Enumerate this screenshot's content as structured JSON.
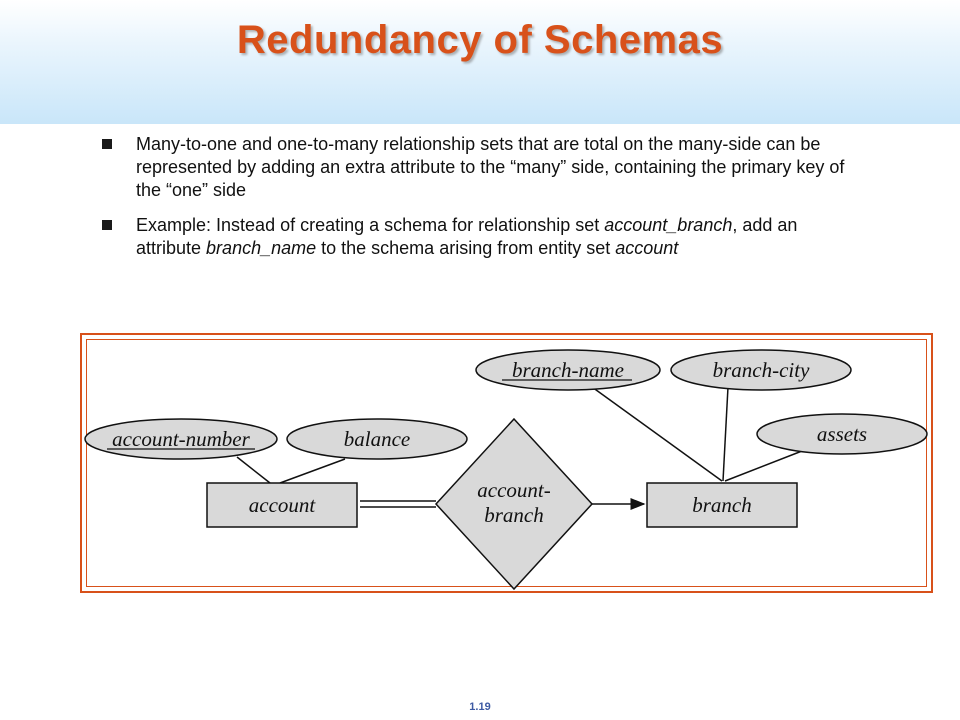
{
  "slide": {
    "title": "Redundancy of Schemas",
    "page_number": "1.19"
  },
  "bullets": [
    {
      "parts": [
        {
          "text": "Many-to-one and one-to-many relationship sets that are total on the many-side can be represented by adding an extra attribute to the “many” side, containing the primary key of the “one” side",
          "italic": false
        }
      ]
    },
    {
      "parts": [
        {
          "text": "Example: Instead of creating a schema for relationship set ",
          "italic": false
        },
        {
          "text": "account_branch",
          "italic": true
        },
        {
          "text": ", add an attribute ",
          "italic": false
        },
        {
          "text": "branch_name",
          "italic": true
        },
        {
          "text": " to the schema arising from entity set ",
          "italic": false
        },
        {
          "text": "account",
          "italic": true
        }
      ]
    }
  ],
  "diagram": {
    "attributes": {
      "account_number": "account-number",
      "balance": "balance",
      "branch_name": "branch-name",
      "branch_city": "branch-city",
      "assets": "assets"
    },
    "entities": {
      "account": "account",
      "branch": "branch"
    },
    "relationship": {
      "line1": "account-",
      "line2": "branch"
    },
    "colors": {
      "shape_fill": "#d9d9d9",
      "frame": "#d8511a"
    }
  }
}
